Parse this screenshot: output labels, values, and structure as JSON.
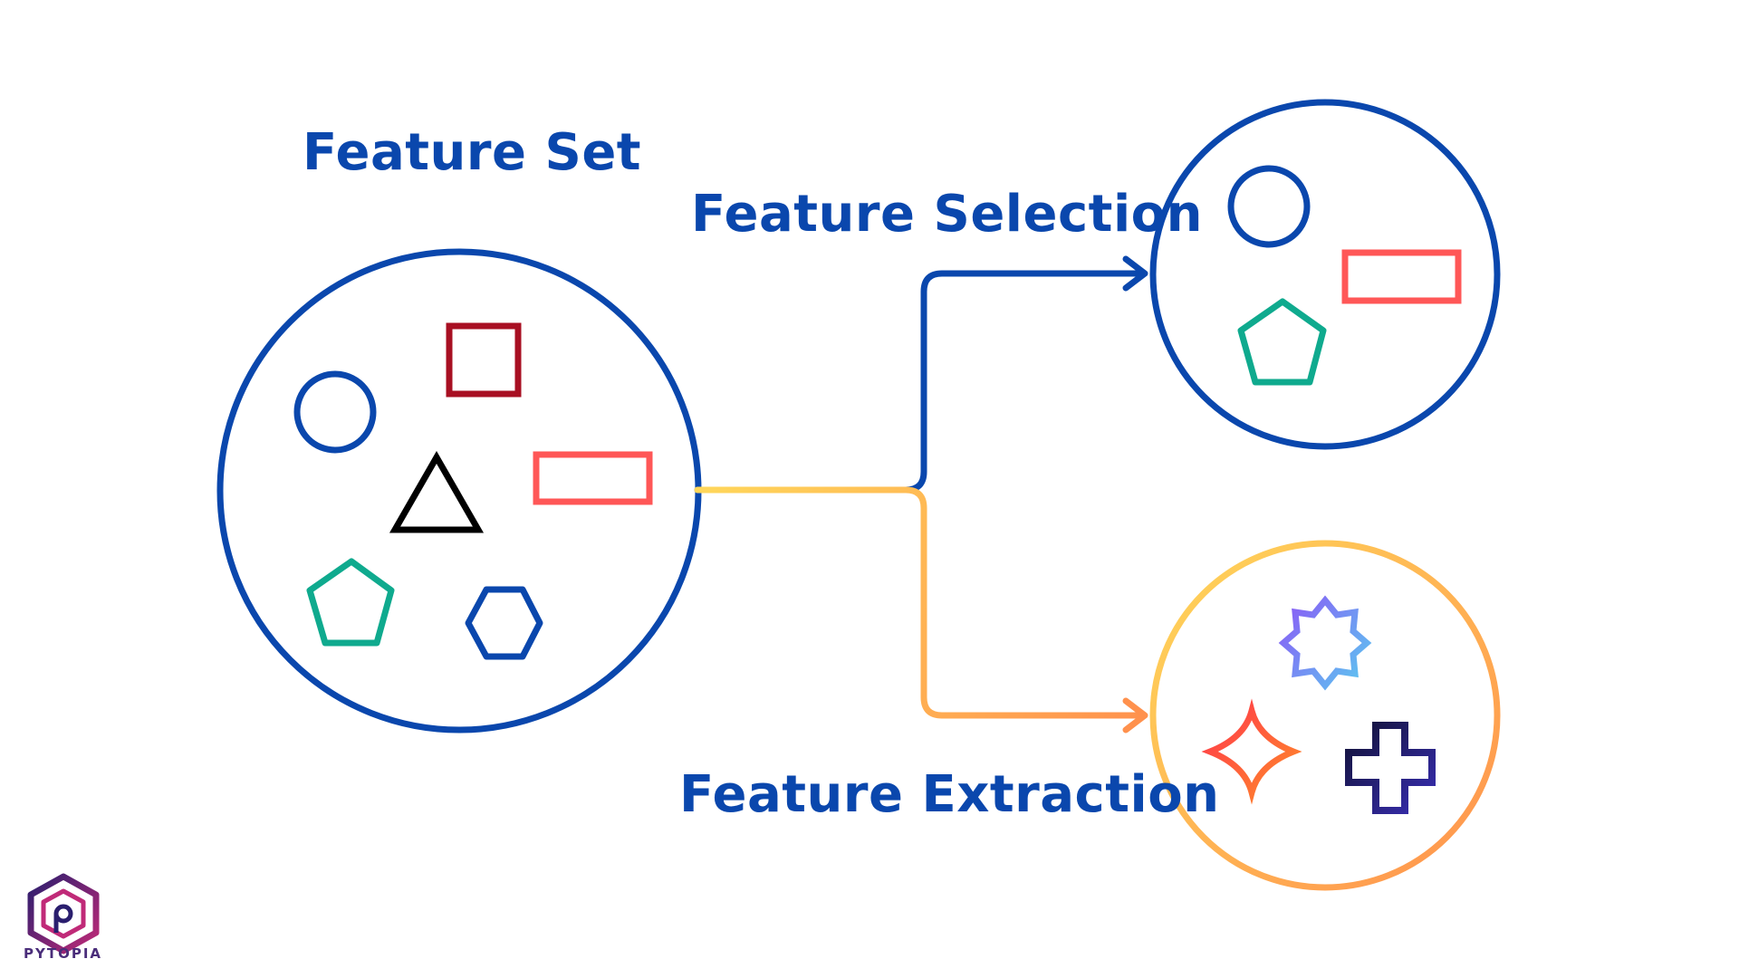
{
  "labels": {
    "feature_set": "Feature Set",
    "feature_selection": "Feature Selection",
    "feature_extraction": "Feature Extraction"
  },
  "logo": {
    "text": "PYTOPIA"
  },
  "colors": {
    "primary_blue": "#0A47AD",
    "dark_red": "#A80F22",
    "coral": "#FF5757",
    "teal": "#0FAA8E",
    "black": "#000000",
    "gradient_yellow": "#FFD75A",
    "gradient_orange": "#FF914D",
    "star_red": "#FF4E3B",
    "star_orange": "#FF7A2F",
    "cross_navy": "#1A1A4A",
    "cross_purple": "#3A2FB8",
    "badge_purple": "#8A5CF6",
    "badge_cyan": "#5CC8F0"
  },
  "shapes": {
    "feature_set": [
      "circle-shape",
      "square-shape",
      "triangle-shape",
      "rectangle-shape",
      "pentagon-shape",
      "hexagon-shape"
    ],
    "feature_selection": [
      "circle-shape",
      "rectangle-shape",
      "pentagon-shape"
    ],
    "feature_extraction": [
      "badge-star-shape",
      "four-point-star-shape",
      "cross-shape"
    ]
  }
}
